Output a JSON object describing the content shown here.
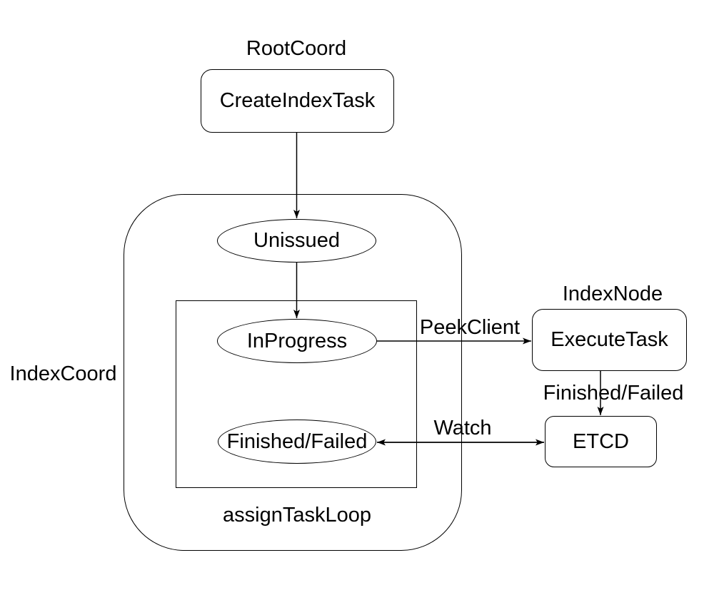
{
  "diagram": {
    "title_context": "Index task state flow diagram",
    "colors": {
      "background": "#ffffff",
      "stroke": "#000000",
      "text": "#000000"
    },
    "external_labels": {
      "root_coord": "RootCoord",
      "index_node": "IndexNode",
      "index_coord": "IndexCoord"
    },
    "nodes": {
      "create_index_task": "CreateIndexTask",
      "execute_task": "ExecuteTask",
      "etcd": "ETCD"
    },
    "states": {
      "unissued": "Unissued",
      "in_progress": "InProgress",
      "finished_failed": "Finished/Failed"
    },
    "containers": {
      "assign_task_loop": "assignTaskLoop"
    },
    "edges": {
      "peek_client": "PeekClient",
      "watch": "Watch",
      "finished_failed": "Finished/Failed"
    }
  }
}
